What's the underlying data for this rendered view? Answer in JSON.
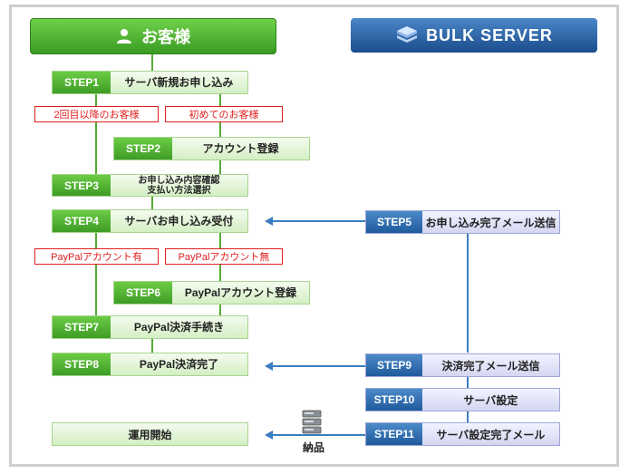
{
  "header": {
    "customer_label": "お客様",
    "logo_text": "BULK SERVER"
  },
  "steps": {
    "s1": {
      "tag": "STEP1",
      "label": "サーバ新規お申し込み"
    },
    "s2": {
      "tag": "STEP2",
      "label": "アカウント登録"
    },
    "s3": {
      "tag": "STEP3",
      "label_line1": "お申し込み内容確認",
      "label_line2": "支払い方法選択"
    },
    "s4": {
      "tag": "STEP4",
      "label": "サーバお申し込み受付"
    },
    "s5": {
      "tag": "STEP5",
      "label": "お申し込み完了メール送信"
    },
    "s6": {
      "tag": "STEP6",
      "label": "PayPalアカウント登録"
    },
    "s7": {
      "tag": "STEP7",
      "label": "PayPal決済手続き"
    },
    "s8": {
      "tag": "STEP8",
      "label": "PayPal決済完了"
    },
    "s9": {
      "tag": "STEP9",
      "label": "決済完了メール送信"
    },
    "s10": {
      "tag": "STEP10",
      "label": "サーバ設定"
    },
    "s11": {
      "tag": "STEP11",
      "label": "サーバ設定完了メール"
    }
  },
  "branches": {
    "returning": "2回目以降のお客様",
    "first_time": "初めてのお客様",
    "paypal_yes": "PayPalアカウント有",
    "paypal_no": "PayPalアカウント無"
  },
  "end": {
    "label": "運用開始",
    "delivery": "納品"
  },
  "colors": {
    "green": "#3d9c25",
    "blue": "#1f5a9c",
    "branch_red": "#e02020"
  }
}
